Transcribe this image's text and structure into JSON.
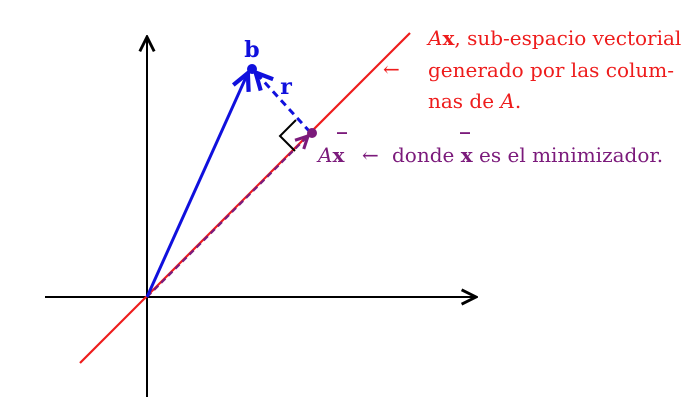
{
  "subspace": {
    "math_prefix": "A",
    "math_var": "x",
    "line1_rest": ", sub-espacio vectorial",
    "line2": "generado por las colum-",
    "line3_text": "nas de ",
    "line3_math": "A",
    "line3_end": ".",
    "arrow_glyph": "←"
  },
  "vector_b": {
    "label": "b"
  },
  "residual": {
    "label": "r"
  },
  "projection": {
    "math_prefix": "A",
    "math_var": "x",
    "bar": "‾",
    "arrow_glyph": "←",
    "text_pre": "donde ",
    "text_var": "x",
    "text_post": " es el minimizador."
  },
  "colors": {
    "axis": "#000000",
    "subspace_line": "#ee1c1c",
    "vector_b": "#1010dd",
    "projection": "#7b1a7b",
    "right_angle": "#000000"
  }
}
